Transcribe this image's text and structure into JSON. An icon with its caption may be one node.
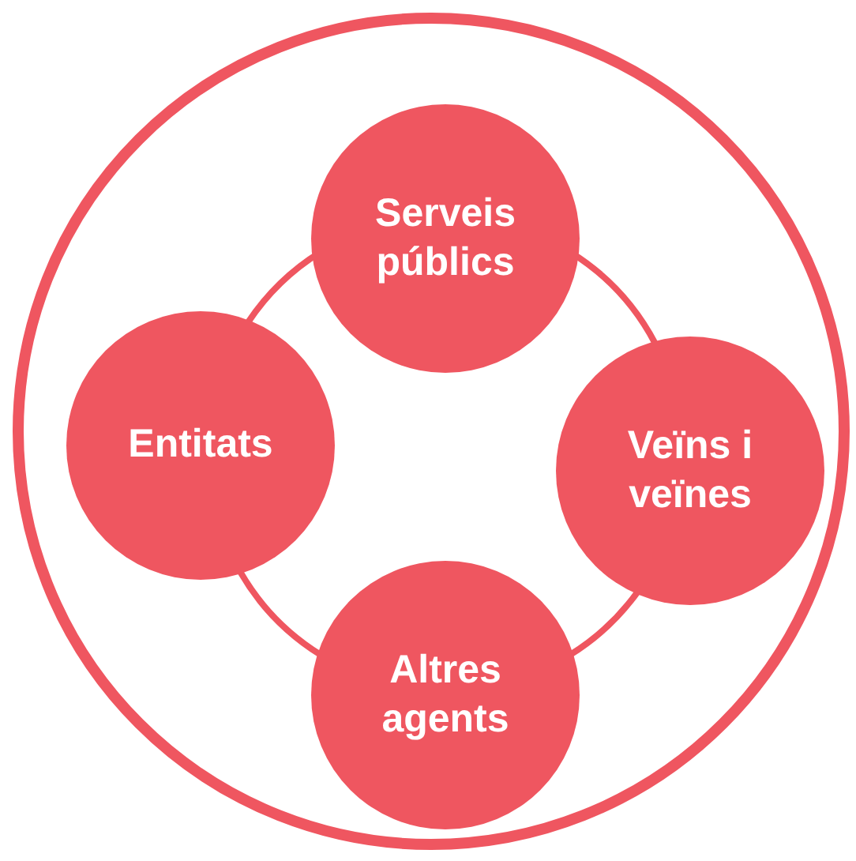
{
  "diagram": {
    "nodes": [
      {
        "text": [],
        "shape": "circle"
      },
      {
        "text": [
          "Serveis públics"
        ],
        "in": 0
      },
      {
        "text": [
          "Veïns i veïnes"
        ],
        "in": 0
      },
      {
        "text": [
          "Altres agents"
        ],
        "in": 0
      },
      {
        "text": [
          "Entitats"
        ],
        "in": 0
      }
    ],
    "edges": [
      {
        "from": 1,
        "to": 2,
        "arrow": "none"
      },
      {
        "from": 2,
        "to": 3,
        "arrow": "none"
      },
      {
        "from": 3,
        "to": 4,
        "arrow": "none"
      },
      {
        "from": 4,
        "to": 1,
        "arrow": "none"
      }
    ]
  }
}
